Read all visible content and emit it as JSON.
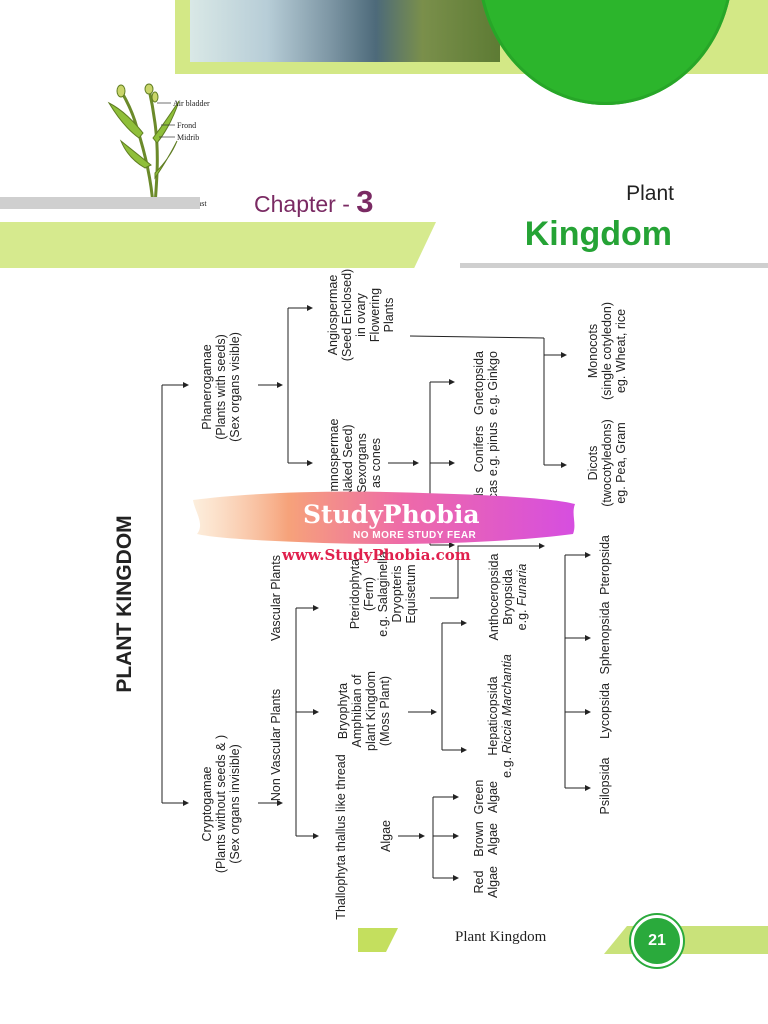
{
  "header": {
    "chapter_prefix": "Chapter -",
    "chapter_number": "3",
    "title_small": "Plant",
    "title_big": "Kingdom"
  },
  "illustration": {
    "labels": [
      "Air bladder",
      "Frond",
      "Midrib",
      "Holdfast"
    ]
  },
  "chart": {
    "title": "PLANT KINGDOM",
    "phanerogamae": [
      "Phanerogamae",
      "(Plants with seeds)",
      "(Sex organs visible)"
    ],
    "cryptogamae": [
      "Cryptogamae",
      "(Plants without seeds & )",
      "(Sex organs invisible)"
    ],
    "angiospermae": [
      "Angiospermae",
      "(Seed Enclosed)",
      "in ovary",
      "Flowering",
      "Plants"
    ],
    "gymnospermae": [
      "Gymnospermae",
      "(Naked Seed)",
      "Sexorgans",
      "as cones"
    ],
    "monocots": [
      "Monocots",
      "(single cotyledon)",
      "eg. Wheat, rice"
    ],
    "dicots": [
      "Dicots",
      "(twocotyledons)",
      "eg. Pea, Gram"
    ],
    "gnetopsida": [
      "Gnetopsida",
      "e.g. Ginkgo"
    ],
    "conifers": [
      "Conifers",
      "e.g. pinus"
    ],
    "cycads": [
      "Cycads",
      "e.g. cycas"
    ],
    "vascular_plants": "Vascular Plants",
    "non_vascular_plants": "Non Vascular Plants",
    "pteridophyta": [
      "Pteridophyta",
      "(Fern)",
      "e.g. Salaginella",
      "Dryopteris",
      "Equisetum"
    ],
    "bryophyta": [
      "Bryophyta",
      "Amphibian of",
      "plant Kingdom",
      "(Moss Plant)"
    ],
    "thallophyta": "Thallophyta thallus like thread",
    "algae": "Algae",
    "anthoceropsida": [
      "Anthoceropsida",
      "Bryopsida",
      "e.g. ",
      "Funaria"
    ],
    "hepaticopsida": [
      "Hepaticopsida",
      "e.g. ",
      "Riccia Marchantia"
    ],
    "green_algae": [
      "Green",
      "Algae"
    ],
    "brown_algae": [
      "Brown",
      "Algae"
    ],
    "red_algae": [
      "Red",
      "Algae"
    ],
    "pteropsida": "Pteropsida",
    "sphenopsida": "Sphenopsida",
    "lycopsida": "Lycopsida",
    "psilopsida": "Psilopsida"
  },
  "watermark": {
    "name": "StudyPhobia",
    "tagline": "NO MORE STUDY FEAR",
    "url": "www.StudyPhobia.com"
  },
  "footer": {
    "label": "Plant Kingdom",
    "page_number": "21"
  },
  "colors": {
    "accent_green": "#25a335",
    "light_green": "#d6ea8e",
    "chapter_purple": "#7a2a63",
    "watermark_pink": "#e0204d"
  }
}
